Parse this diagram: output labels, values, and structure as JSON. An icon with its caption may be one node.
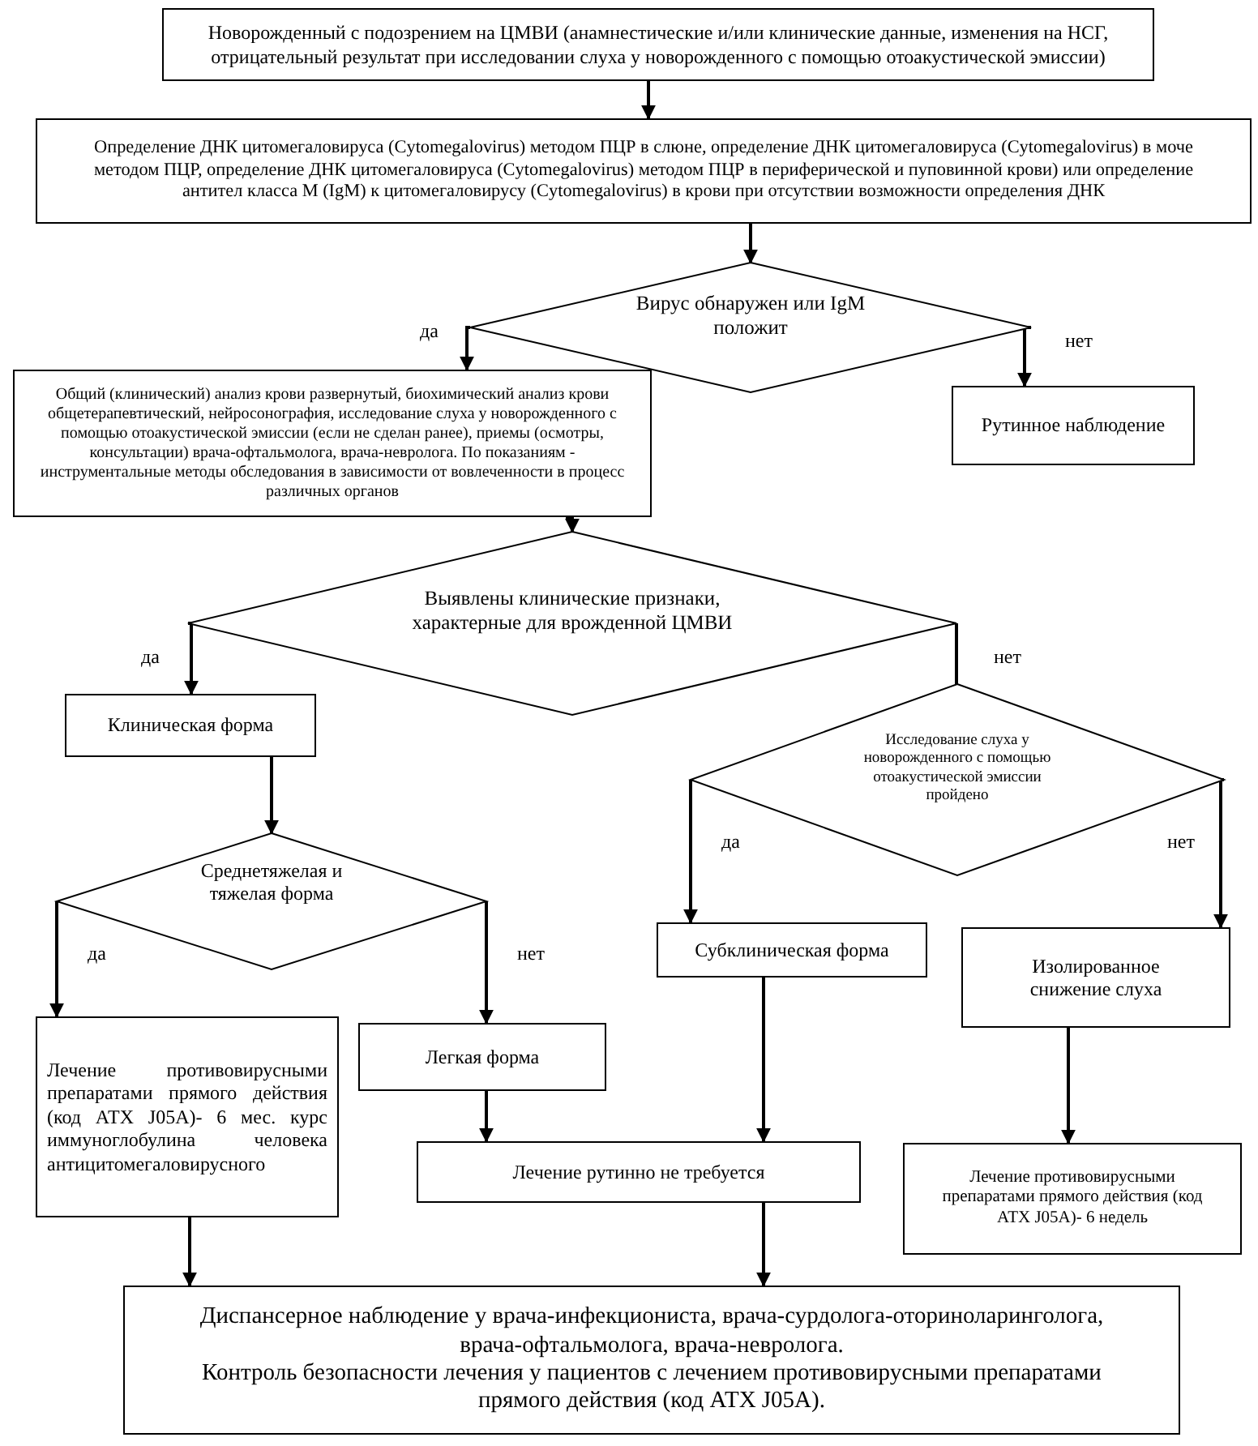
{
  "diagram": {
    "nodes": [
      {
        "text": [
          "Новорожденный с подозрением на ЦМВИ (анамнестические и/или клинические данные, изменения на НСГ, отрицательный результат при исследовании слуха у новорожденного с помощью отоакустической эмиссии)"
        ]
      },
      {
        "text": [
          "Определение ДНК цитомегаловируса (Cytomegalovirus) методом ПЦР в слюне, определение ДНК цитомегаловируса (Cytomegalovirus) в моче методом ПЦР, определение ДНК цитомегаловируса (Cytomegalovirus) методом ПЦР в периферической и пуповинной крови) или определение антител класса M (IgM) к цитомегаловирусу (Cytomegalovirus) в крови при отсутствии возможности определения ДНК"
        ]
      },
      {
        "text": [
          "Вирус обнаружен или IgM положит"
        ]
      },
      {
        "text": [
          "Общий (клинический) анализ крови развернутый, биохимический анализ крови общетерапевтический, нейросонография, исследование слуха у новорожденного с помощью отоакустической эмиссии (если не сделан ранее), приемы (осмотры, консультации) врача-офтальмолога, врача-невролога. По показаниям - инструментальные методы обследования в зависимости от вовлеченности в процесс различных органов"
        ]
      },
      {
        "text": [
          "Рутинное наблюдение"
        ]
      },
      {
        "text": [
          "Выявлены клинические признаки, характерные для врожденной ЦМВИ"
        ]
      },
      {
        "text": [
          "Клиническая форма"
        ]
      },
      {
        "text": [
          "Исследование слуха у новорожденного с помощью отоакустической эмиссии пройдено"
        ]
      },
      {
        "text": [
          "Среднетяжелая и тяжелая форма"
        ]
      },
      {
        "text": [
          "Лечение противовирусными препаратами прямого действия (код АТХ J05A)- 6 мес. курс иммуноглобулина человека антицитомегаловирусного"
        ]
      },
      {
        "text": [
          "Легкая форма"
        ]
      },
      {
        "text": [
          "Субклиническая форма"
        ]
      },
      {
        "text": [
          "Изолированное снижение слуха"
        ]
      },
      {
        "text": [
          "Лечение рутинно не требуется"
        ]
      },
      {
        "text": [
          "Лечение противовирусными препаратами прямого действия (код АТХ J05A)- 6 недель"
        ]
      },
      {
        "text": [
          "Диспансерное наблюдение у врача-инфекциониста, врача-сурдолога-оториноларинголога, врача-офтальмолога, врача-невролога.",
          "Контроль безопасности лечения у пациентов с лечением противовирусными препаратами прямого действия (код АТХ J05A)."
        ]
      }
    ],
    "edges": [
      {
        "from": 0,
        "to": 1,
        "arrow": "to"
      },
      {
        "from": 1,
        "to": 2,
        "arrow": "to"
      },
      {
        "from": 2,
        "to": 3,
        "arrow": "to",
        "label": "да"
      },
      {
        "from": 2,
        "to": 4,
        "arrow": "to",
        "label": "нет"
      },
      {
        "from": 3,
        "to": 5,
        "arrow": "to"
      },
      {
        "from": 5,
        "to": 6,
        "arrow": "to",
        "label": "да"
      },
      {
        "from": 5,
        "to": 7,
        "arrow": "none",
        "label": "нет"
      },
      {
        "from": 6,
        "to": 8,
        "arrow": "to"
      },
      {
        "from": 8,
        "to": 9,
        "arrow": "to",
        "label": "да"
      },
      {
        "from": 8,
        "to": 10,
        "arrow": "to",
        "label": "нет"
      },
      {
        "from": 7,
        "to": 11,
        "arrow": "to",
        "label": "да"
      },
      {
        "from": 7,
        "to": 12,
        "arrow": "to",
        "label": "нет"
      },
      {
        "from": 10,
        "to": 13,
        "arrow": "to"
      },
      {
        "from": 11,
        "to": 13,
        "arrow": "to"
      },
      {
        "from": 12,
        "to": 14,
        "arrow": "to"
      },
      {
        "from": 9,
        "to": 15,
        "arrow": "to"
      },
      {
        "from": 13,
        "to": 15,
        "arrow": "to"
      }
    ]
  }
}
